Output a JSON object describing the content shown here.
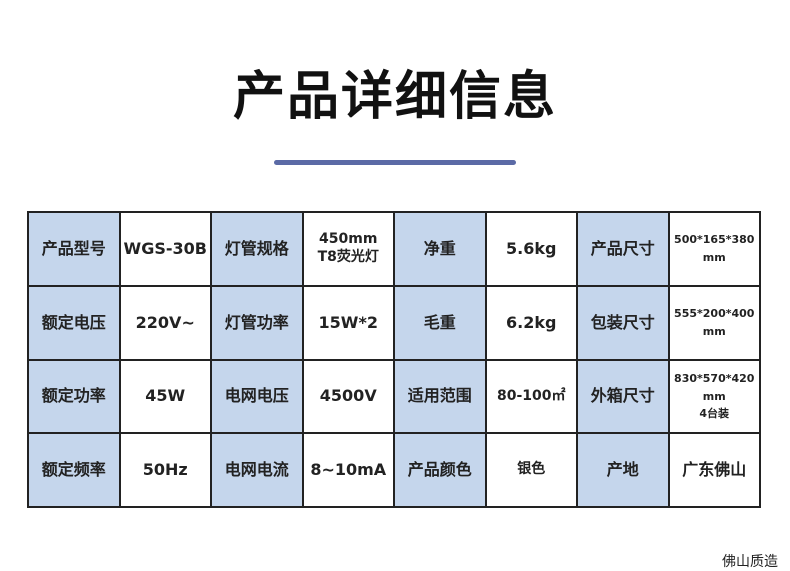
{
  "page": {
    "title": "产品详细信息",
    "footer": "佛山质造"
  },
  "colors": {
    "label_bg": "#c5d6ec",
    "accent_bar": "#5b6aa6",
    "border": "#222222"
  },
  "table": {
    "rows": [
      [
        "产品型号",
        "WGS-30B",
        "灯管规格",
        "450mm\nT8荧光灯",
        "净重",
        "5.6kg",
        "产品尺寸",
        "500*165*380\nmm"
      ],
      [
        "额定电压",
        "220V~",
        "灯管功率",
        "15W*2",
        "毛重",
        "6.2kg",
        "包装尺寸",
        "555*200*400\nmm"
      ],
      [
        "额定功率",
        "45W",
        "电网电压",
        "4500V",
        "适用范围",
        "80-100㎡",
        "外箱尺寸",
        "830*570*420\nmm\n4台装"
      ],
      [
        "额定频率",
        "50Hz",
        "电网电流",
        "8~10mA",
        "产品颜色",
        "银色",
        "产地",
        "广东佛山"
      ]
    ]
  }
}
